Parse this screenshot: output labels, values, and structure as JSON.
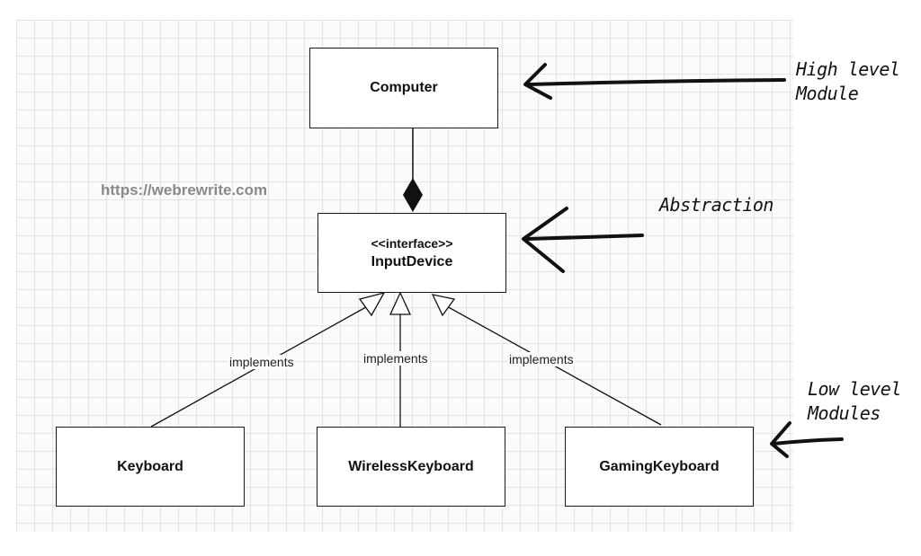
{
  "classes": {
    "computer": "Computer",
    "input_device": {
      "stereotype": "<<interface>>",
      "name": "InputDevice"
    },
    "keyboard": "Keyboard",
    "wireless_keyboard": "WirelessKeyboard",
    "gaming_keyboard": "GamingKeyboard"
  },
  "relations": {
    "composition": {
      "from": "Computer",
      "to": "InputDevice"
    },
    "implements": [
      {
        "from": "Keyboard",
        "to": "InputDevice",
        "label": "implements"
      },
      {
        "from": "WirelessKeyboard",
        "to": "InputDevice",
        "label": "implements"
      },
      {
        "from": "GamingKeyboard",
        "to": "InputDevice",
        "label": "implements"
      }
    ]
  },
  "watermark": "https://webrewrite.com",
  "annotations": {
    "high_level": [
      "High level",
      "Module"
    ],
    "abstraction": "Abstraction",
    "low_level": [
      "Low level",
      "Modules"
    ]
  }
}
